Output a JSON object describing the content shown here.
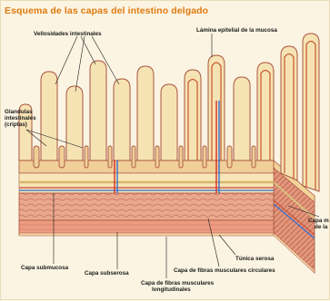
{
  "title": "Esquema de las capas del intestino delgado",
  "labels": {
    "vellosidades": "Vellosidades intestinales",
    "lamina": "Lámina epitelial de la mucosa",
    "glandulas_1": "Glandulas",
    "glandulas_2": "intestinales",
    "glandulas_3": "(criptas)",
    "capa_m_1": "Capa m",
    "capa_m_2": "de la",
    "tunica": "Túnica serosa",
    "submucosa": "Capa submucosa",
    "subserosa": "Capa subserosa",
    "circulares": "Capa de fibras musculares circulares",
    "longitudinales_1": "Capa de fibras musculares",
    "longitudinales_2": "longitudinales"
  },
  "colors": {
    "title": "#e07a10",
    "background": "#fbf4e2",
    "villus_fill": "#f6e3b4",
    "mucosa_red": "#c8572c",
    "muscle": "#e7a48a",
    "artery": "#d62b22",
    "vein": "#2f6fd0"
  }
}
